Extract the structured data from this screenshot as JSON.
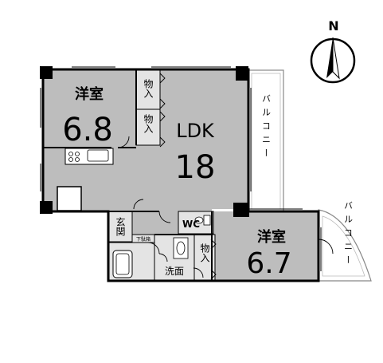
{
  "compass": {
    "north": "N"
  },
  "rooms": {
    "western_room_1": {
      "name": "洋室",
      "size": "6.8"
    },
    "western_room_2": {
      "name": "洋室",
      "size": "6.7"
    },
    "ldk": {
      "name": "LDK",
      "size": "18"
    },
    "closet_1": "物入",
    "closet_2": "物入",
    "closet_3": "物入",
    "entrance": "玄関",
    "shoe_box": "下駄箱",
    "toilet": "WC",
    "washroom": "洗面"
  },
  "balconies": {
    "balcony_1": "バルコニー",
    "balcony_2": "バルコニー"
  },
  "colors": {
    "room_fill": "#bdbdbd",
    "light_fill": "#e4e4e4",
    "wall": "#000000",
    "background": "#ffffff"
  }
}
